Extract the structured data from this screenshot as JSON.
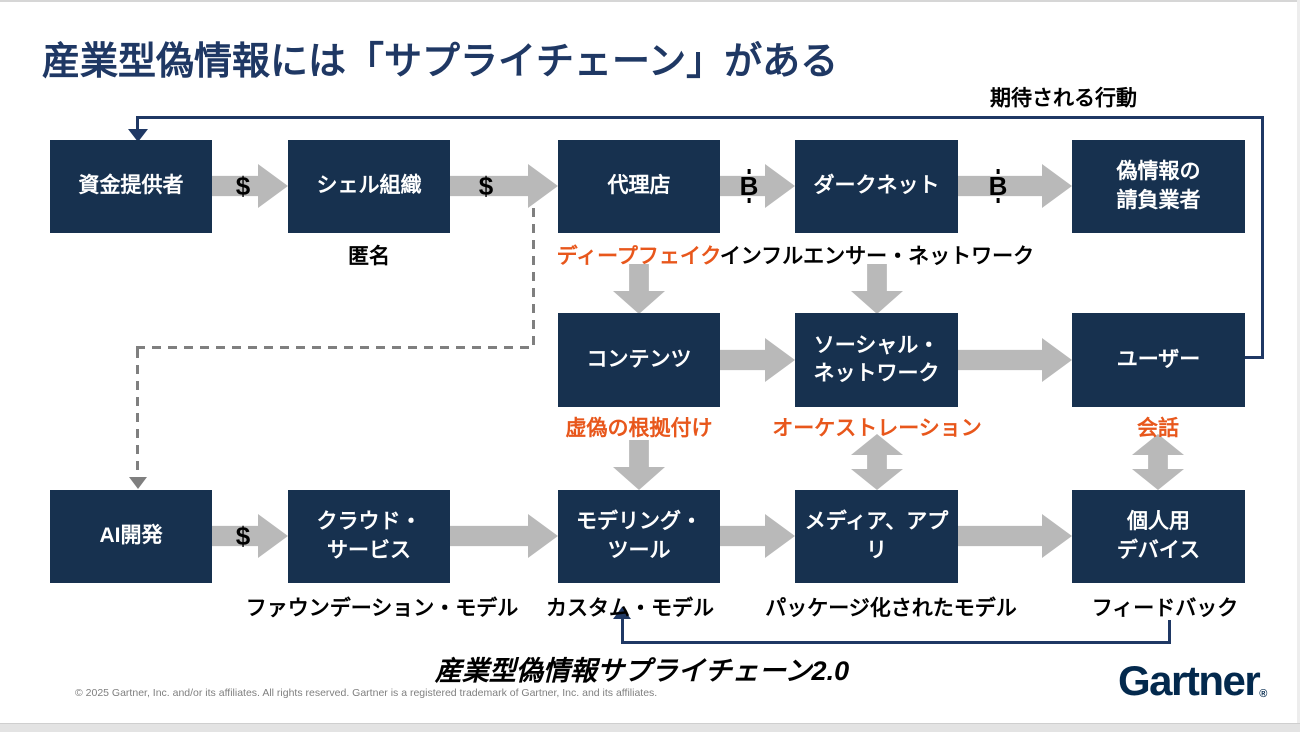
{
  "slide": {
    "title": "産業型偽情報には「サプライチェーン」がある",
    "expected_action_label": "期待される行動",
    "supply_chain_label": "産業型偽情報サプライチェーン2.0",
    "copyright": "© 2025 Gartner, Inc. and/or its affiliates. All rights reserved. Gartner is a registered trademark of Gartner, Inc. and its affiliates.",
    "logo_text": "Gartner",
    "logo_registered_mark": "®"
  },
  "colors": {
    "navy_box": "#17314F",
    "navy_line": "#1F3864",
    "orange_accent": "#E8571C",
    "arrow_gray": "#B9B9B9",
    "dashed_gray": "#7F7F7F"
  },
  "nodes": [
    {
      "id": "funder",
      "label": "資金提供者"
    },
    {
      "id": "shell-org",
      "label": "シェル組織"
    },
    {
      "id": "agency",
      "label": "代理店"
    },
    {
      "id": "darknet",
      "label": "ダークネット"
    },
    {
      "id": "disinfo-contractor",
      "label": "偽情報の\n請負業者"
    },
    {
      "id": "content",
      "label": "コンテンツ"
    },
    {
      "id": "social-network",
      "label": "ソーシャル・\nネットワーク"
    },
    {
      "id": "user",
      "label": "ユーザー"
    },
    {
      "id": "ai-dev",
      "label": "AI開発"
    },
    {
      "id": "cloud-service",
      "label": "クラウド・\nサービス"
    },
    {
      "id": "modeling-tool",
      "label": "モデリング・\nツール"
    },
    {
      "id": "media-apps",
      "label": "メディア、アプリ"
    },
    {
      "id": "personal-device",
      "label": "個人用\nデバイス"
    }
  ],
  "sublabels": {
    "anonymous": "匿名",
    "deepfake": "ディープフェイク",
    "influencer_network": "インフルエンサー・ネットワーク",
    "false_grounding": "虚偽の根拠付け",
    "orchestration": "オーケストレーション",
    "conversation": "会話",
    "foundation_model": "ファウンデーション・モデル",
    "custom_model": "カスタム・モデル",
    "packaged_model": "パッケージ化されたモデル",
    "feedback": "フィードバック"
  },
  "currency_badges": [
    {
      "edge": "funder-to-shell",
      "symbol": "$"
    },
    {
      "edge": "shell-to-agency",
      "symbol": "$"
    },
    {
      "edge": "agency-to-darknet",
      "symbol": "₿"
    },
    {
      "edge": "darknet-to-contractor",
      "symbol": "₿"
    },
    {
      "edge": "aidev-to-cloud",
      "symbol": "$"
    }
  ]
}
